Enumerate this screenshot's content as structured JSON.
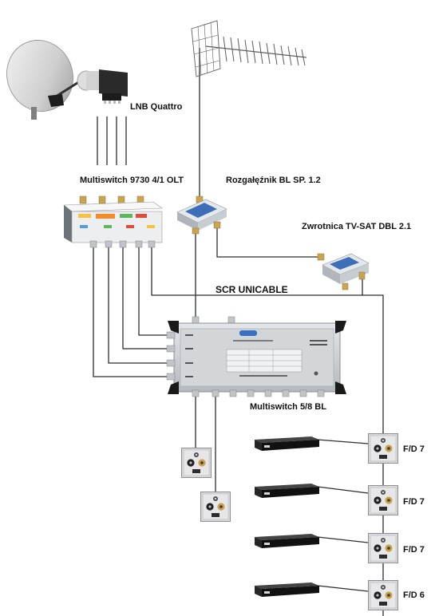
{
  "labels": {
    "lnb_quattro": "LNB Quattro",
    "multiswitch_9730": "Multiswitch 9730 4/1 OLT",
    "splitter": "Rozgałęźnik BL SP. 1.2",
    "diplexer": "Zwrotnica TV-SAT DBL 2.1",
    "scr_unicable": "SCR UNICABLE",
    "multiswitch_58": "Multiswitch 5/8 BL"
  },
  "outlets": [
    {
      "label": "F/D 7"
    },
    {
      "label": "F/D 7"
    },
    {
      "label": "F/D 7"
    },
    {
      "label": "F/D 6"
    }
  ]
}
